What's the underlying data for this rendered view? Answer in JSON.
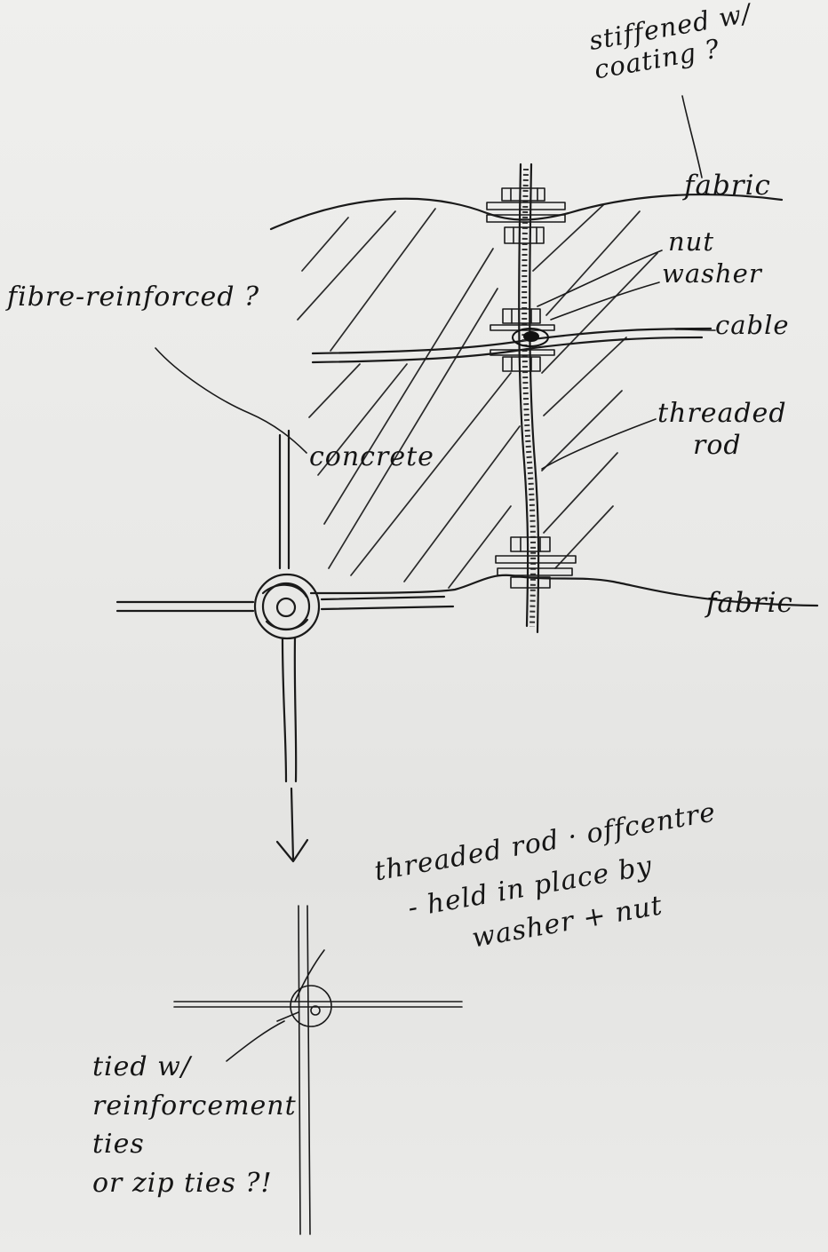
{
  "labels": {
    "stiffened": [
      "stiffened w/",
      "coating ?"
    ],
    "fabric_top": "fabric",
    "nut": "nut",
    "washer": "washer",
    "cable": "cable",
    "fibre": "fibre-reinforced ?",
    "threaded_rod": [
      "threaded",
      "rod"
    ],
    "concrete": "concrete",
    "fabric_bottom": "fabric",
    "offcentre": [
      "threaded rod · offcentre",
      "- held in place by",
      "washer + nut"
    ],
    "tied": [
      "tied w/",
      "reinforcement",
      "ties",
      "or zip ties ?!"
    ]
  }
}
